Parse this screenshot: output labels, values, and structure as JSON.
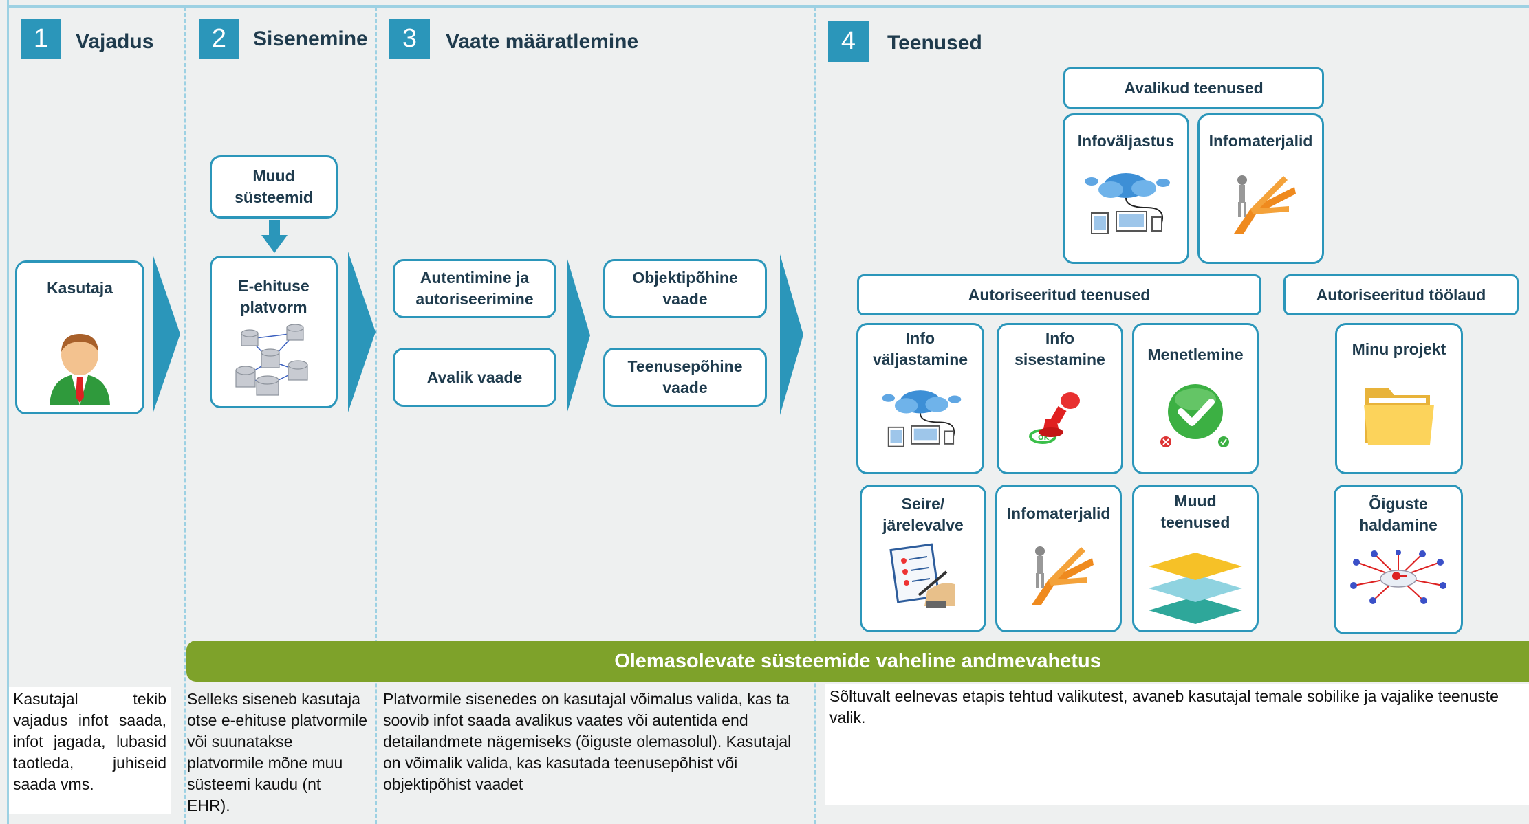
{
  "steps": [
    {
      "num": "1",
      "title": "Vajadus"
    },
    {
      "num": "2",
      "title": "Sisenemine"
    },
    {
      "num": "3",
      "title": "Vaate määratlemine"
    },
    {
      "num": "4",
      "title": "Teenused"
    }
  ],
  "stage1": {
    "user_box": "Kasutaja"
  },
  "stage2": {
    "other_systems": "Muud\nsüsteemid",
    "platform": "E-ehituse\nplatvorm"
  },
  "stage3": {
    "auth": "Autentimine ja\nautoriseerimine",
    "public_view": "Avalik vaade",
    "object_view": "Objektipõhine\nvaade",
    "service_view": "Teenusepõhine\nvaade"
  },
  "stage4": {
    "public_header": "Avalikud teenused",
    "public_items": [
      "Infoväljastus",
      "Infomaterjalid"
    ],
    "auth_header": "Autoriseeritud teenused",
    "auth_items_row1": [
      "Info\nväljastamine",
      "Info\nsisestamine",
      "Menetlemine"
    ],
    "auth_items_row2": [
      "Seire/\njärelevalve",
      "Infomaterjalid",
      "Muud\nteenused"
    ],
    "dashboard_header": "Autoriseeritud töölaud",
    "dashboard_items": [
      "Minu projekt",
      "Õiguste\nhaldamine"
    ]
  },
  "banner": "Olemasolevate süsteemide vaheline andmevahetus",
  "descriptions": [
    "Kasutajal tekib vajadus infot saada, infot jagada, lubasid taotleda, juhiseid saada vms.",
    "Selleks siseneb kasutaja otse e-ehituse platvormile või suunatakse platvormile mõne muu süsteemi kaudu (nt EHR).",
    "Platvormile sisenedes on kasutajal võimalus valida, kas ta soovib infot saada avalikus vaates või autentida end detailandmete nägemiseks (õiguste olemasolul). Kasutajal on võimalik valida, kas kasutada teenusepõhist või objektipõhist vaadet",
    "Sõltuvalt eelnevas etapis tehtud valikutest, avaneb kasutajal temale sobilike ja vajalike teenuste valik."
  ],
  "colors": {
    "accent": "#2b96ba",
    "banner": "#7ea22a",
    "title": "#1f3b4d",
    "background": "#eef0f0"
  }
}
